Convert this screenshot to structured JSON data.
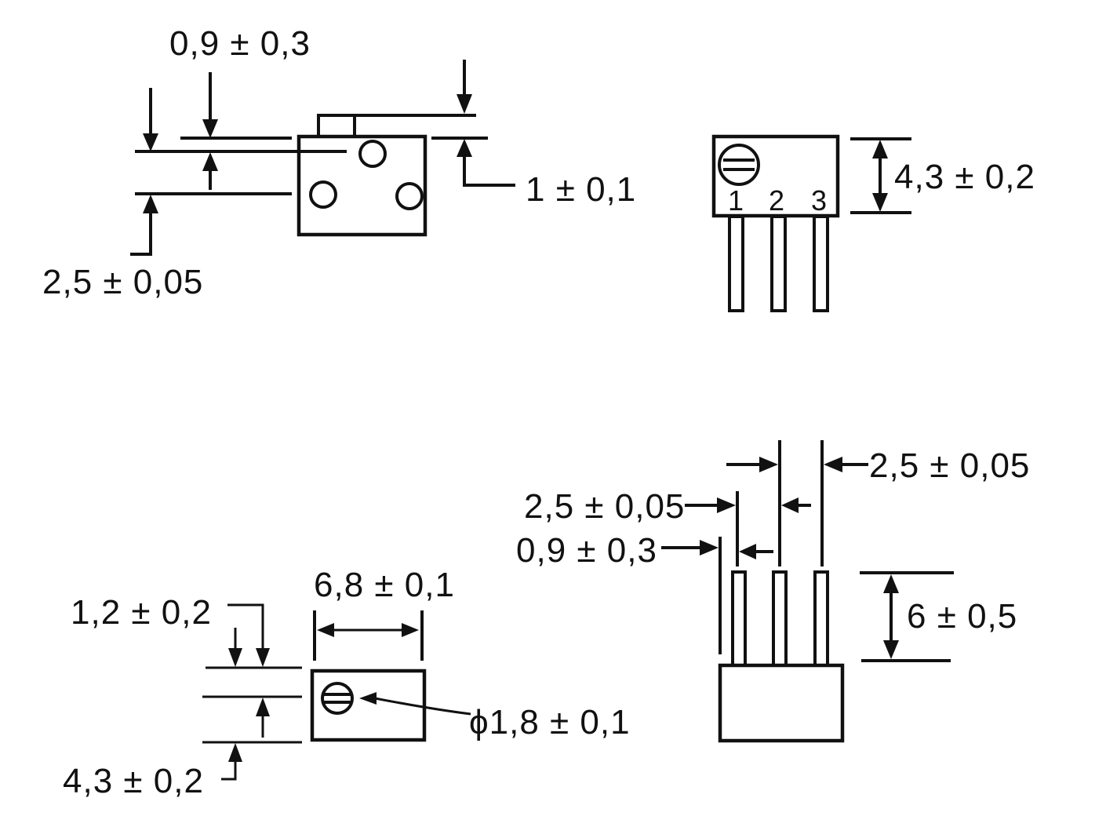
{
  "views": {
    "top_left": {
      "labels": {
        "pin_width": "0,9 ± 0,3",
        "overhang": "1 ± 0,1",
        "pitch": "2,5 ± 0,05"
      }
    },
    "top_right": {
      "labels": {
        "height": "4,3 ± 0,2"
      },
      "pins": [
        "1",
        "2",
        "3"
      ]
    },
    "bottom_left": {
      "labels": {
        "length": "6,8 ± 0,1",
        "adjuster_offset": "1,2 ± 0,2",
        "width": "4,3 ± 0,2",
        "adjuster_diameter": "ϕ1,8 ± 0,1"
      }
    },
    "bottom_right": {
      "labels": {
        "pitch_right": "2,5 ± 0,05",
        "pitch_left": "2,5 ± 0,05",
        "pin_width": "0,9 ± 0,3",
        "pin_length": "6 ± 0,5"
      }
    }
  },
  "colors": {
    "ink": "#111111",
    "paper": "#ffffff"
  }
}
